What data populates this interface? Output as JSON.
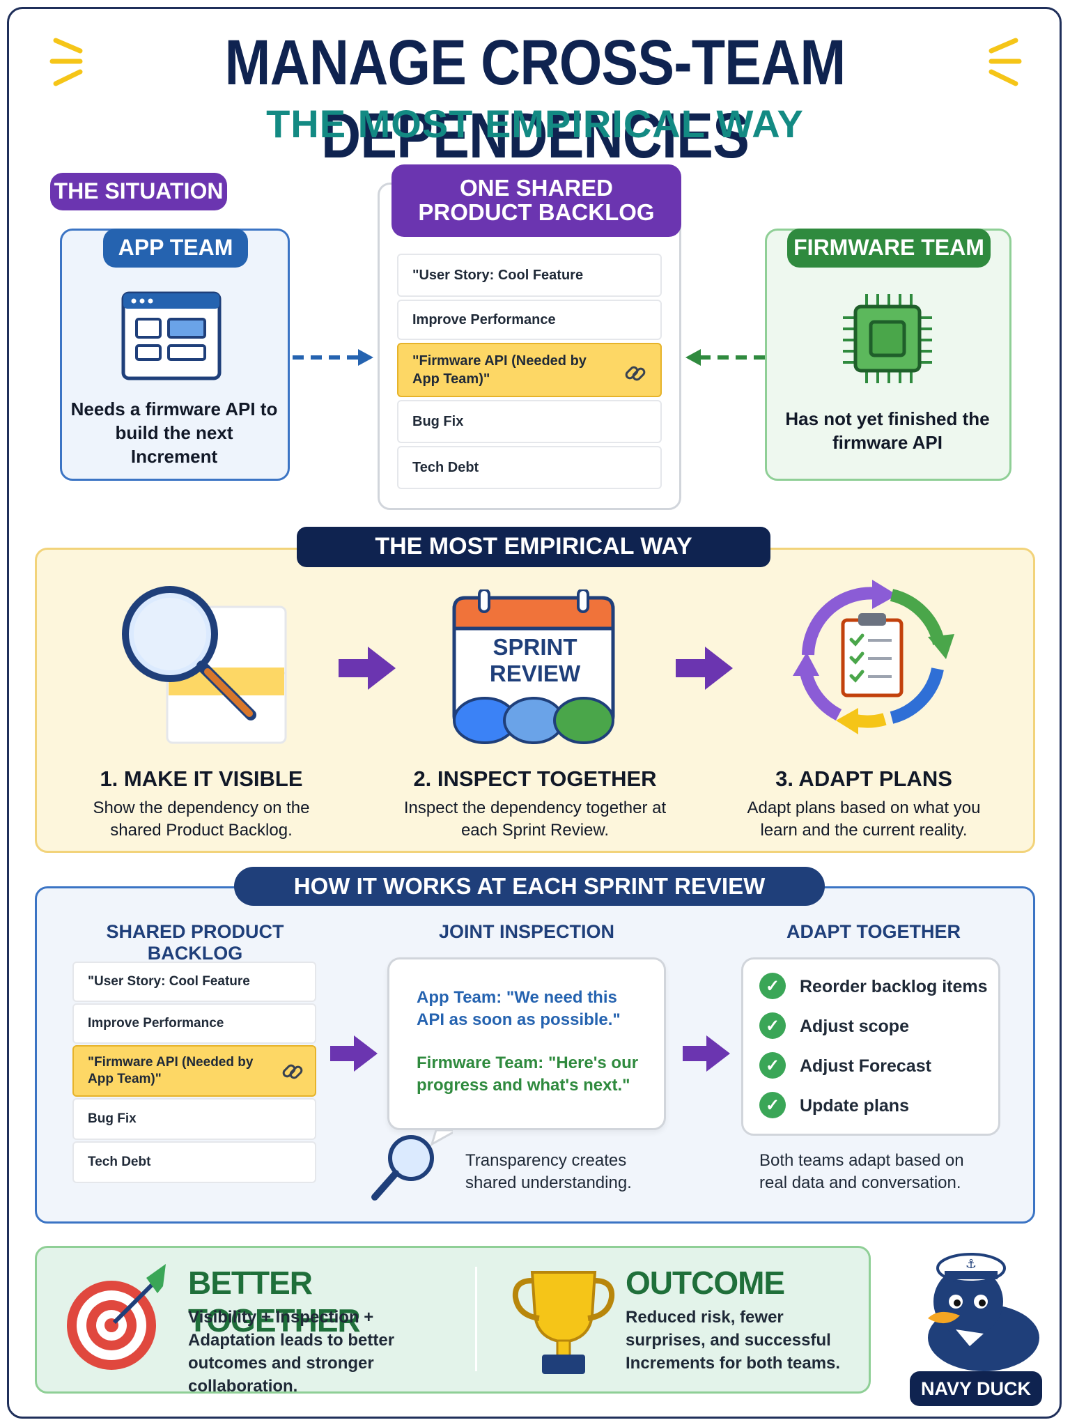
{
  "header": {
    "title": "MANAGE CROSS-TEAM DEPENDENCIES",
    "subtitle": "THE MOST EMPIRICAL WAY"
  },
  "situation": {
    "label": "THE SITUATION",
    "app_team": {
      "name": "APP TEAM",
      "text": "Needs a firmware API to build the next Increment",
      "icon": "browser-window-icon"
    },
    "backlog": {
      "title": "ONE SHARED PRODUCT BACKLOG",
      "items": [
        "\"User Story: Cool Feature",
        "Improve Performance",
        "\"Firmware API (Needed by App Team)\"",
        "Bug Fix",
        "Tech Debt"
      ]
    },
    "firmware_team": {
      "name": "FIRMWARE TEAM",
      "text": "Has not yet finished the firmware API",
      "icon": "chip-icon"
    }
  },
  "empirical": {
    "title": "THE MOST EMPIRICAL WAY",
    "calendar_text": "SPRINT REVIEW",
    "steps": [
      {
        "title": "1. MAKE IT VISIBLE",
        "text": "Show the dependency on the shared Product Backlog.",
        "icon": "magnifier-icon"
      },
      {
        "title": "2. INSPECT TOGETHER",
        "text": "Inspect the dependency together at each Sprint Review.",
        "icon": "calendar-icon"
      },
      {
        "title": "3. ADAPT PLANS",
        "text": "Adapt plans based on what you learn and the current reality.",
        "icon": "cycle-clipboard-icon"
      }
    ]
  },
  "how": {
    "title": "HOW IT WORKS AT EACH SPRINT REVIEW",
    "backlog_title": "SHARED PRODUCT BACKLOG",
    "backlog_items": [
      "\"User Story: Cool Feature",
      "Improve Performance",
      "\"Firmware API (Needed by App Team)\"",
      "Bug Fix",
      "Tech Debt"
    ],
    "inspection_title": "JOINT INSPECTION",
    "app_quote": "App Team: \"We need this API as soon as possible.\"",
    "firmware_quote": "Firmware Team: \"Here's our progress and what's next.\"",
    "transparency": "Transparency creates shared understanding.",
    "adapt_title": "ADAPT TOGETHER",
    "adapt_items": [
      "Reorder backlog items",
      "Adjust scope",
      "Adjust Forecast",
      "Update plans"
    ],
    "adapt_caption": "Both teams adapt based on real data and conversation."
  },
  "footer": {
    "better_title": "BETTER TOGETHER",
    "better_text": "Visibility + Inspection + Adaptation leads to better outcomes and stronger collaboration.",
    "outcome_title": "OUTCOME",
    "outcome_text": "Reduced risk, fewer surprises, and successful Increments for both teams.",
    "brand": "NAVY DUCK"
  },
  "colors": {
    "navy": "#0f2350",
    "teal": "#138a83",
    "purple": "#6b35b0",
    "blue": "#2563b0",
    "green": "#2f8a3e",
    "yellow_bg": "#fdf6dc",
    "highlight": "#fdd765"
  }
}
